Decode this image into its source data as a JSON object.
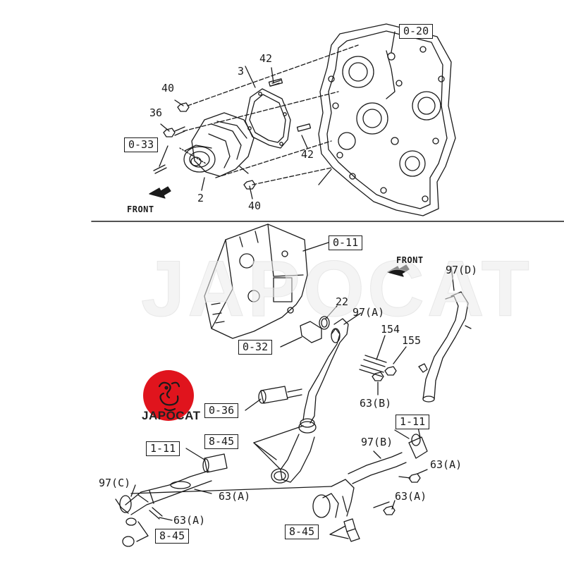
{
  "watermark": "JAPOCAT",
  "logo_text": "JAPOCAT",
  "colors": {
    "logo_red": "#e0141d",
    "line": "#1a1a1a"
  },
  "top": {
    "front_label": "FRONT",
    "refs": {
      "r0_20": "0-20",
      "r0_33": "0-33"
    },
    "parts": {
      "p42a": "42",
      "p3": "3",
      "p40a": "40",
      "p36": "36",
      "p2": "2",
      "p40b": "40",
      "p42b": "42"
    }
  },
  "bottom": {
    "front_label": "FRONT",
    "refs": {
      "r0_11": "0-11",
      "r0_32": "0-32",
      "r0_36": "0-36",
      "r8_45a": "8-45",
      "r1_11a": "1-11",
      "r1_11b": "1-11",
      "r8_45b": "8-45"
    },
    "parts": {
      "p97d": "97(D)",
      "p22": "22",
      "p97a": "97(A)",
      "p154": "154",
      "p155": "155",
      "p63b": "63(B)",
      "p97b": "97(B)",
      "p63a1": "63(A)",
      "p97c": "97(C)",
      "p63a2": "63(A)",
      "p63a3": "63(A)",
      "p63a4": "63(A)"
    }
  }
}
